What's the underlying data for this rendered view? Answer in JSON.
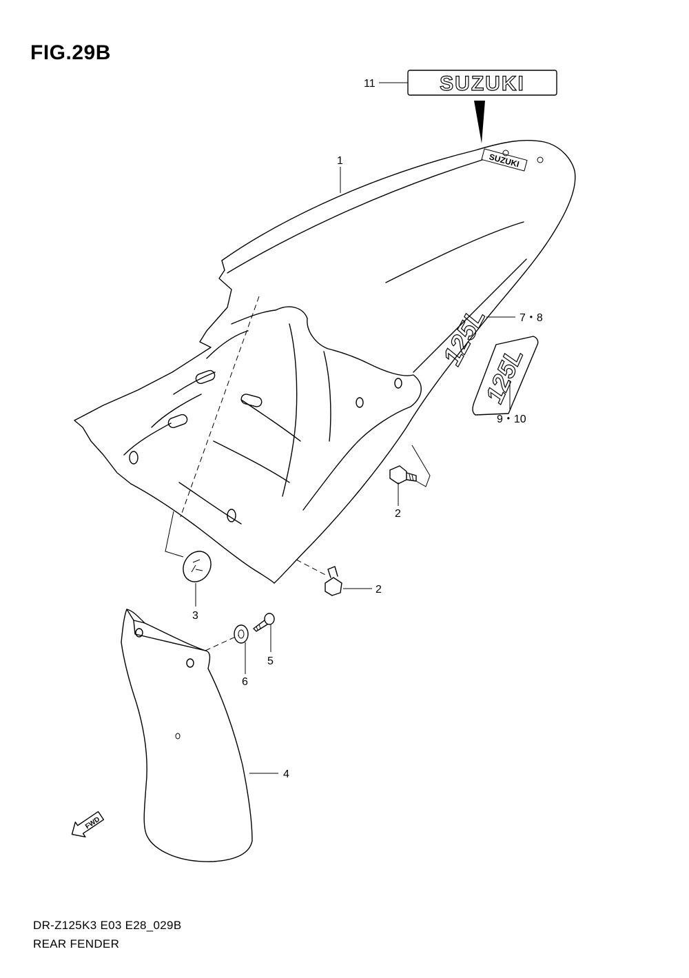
{
  "figure": {
    "title": "FIG.29B",
    "code": "DR-Z125K3 E03 E28_029B",
    "name": "REAR FENDER"
  },
  "emblem_text": "SUZUKI",
  "decal_text": "125L",
  "fwd_text": "FWD",
  "callouts": {
    "c1": "1",
    "c2a": "2",
    "c2b": "2",
    "c3": "3",
    "c4": "4",
    "c5": "5",
    "c6": "6",
    "c78": "7・8",
    "c910": "9・10",
    "c11": "11"
  }
}
